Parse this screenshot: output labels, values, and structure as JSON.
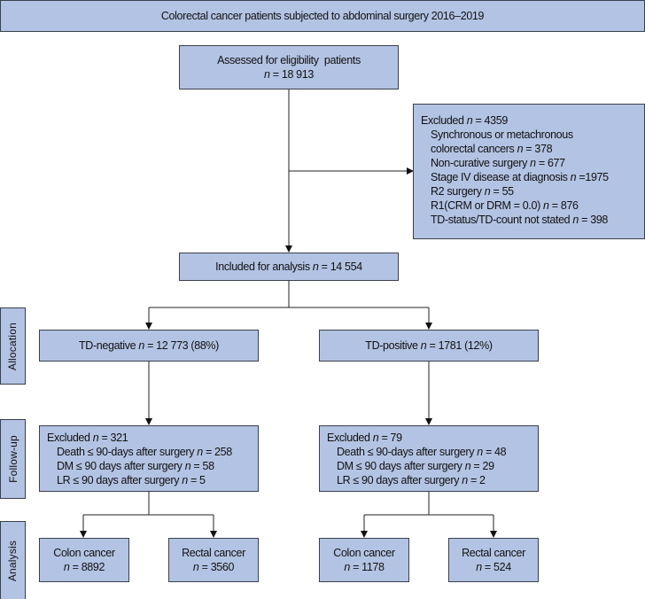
{
  "header": {
    "title": "Colorectal cancer patients subjected to abdominal surgery 2016–2019"
  },
  "assessed": {
    "label": "Assessed for eligibility  patients",
    "n": "n",
    "value": " = 18 913"
  },
  "excluded_initial": {
    "title": "Excluded ",
    "n": "n",
    "value": " = 4359",
    "items": [
      {
        "label": "Synchronous or metachronous",
        "n": "",
        "value": ""
      },
      {
        "label": "colorectal cancers ",
        "n": "n",
        "value": " = 378"
      },
      {
        "label": "Non-curative surgery ",
        "n": "n",
        "value": " = 677"
      },
      {
        "label": "Stage IV disease at diagnosis ",
        "n": "n",
        "value": " =1975"
      },
      {
        "label": "R2 surgery ",
        "n": "n",
        "value": " = 55"
      },
      {
        "label": "R1(CRM or DRM = 0.0) ",
        "n": "n",
        "value": " = 876"
      },
      {
        "label": "TD-status/TD-count not stated ",
        "n": "n",
        "value": " = 398"
      }
    ]
  },
  "included": {
    "label": "Included for analysis ",
    "n": "n",
    "value": " = 14 554"
  },
  "stages": {
    "allocation": "Allocation",
    "followup": "Follow-up",
    "analysis": "Analysis"
  },
  "arms": [
    {
      "label": "TD-negative ",
      "n": "n",
      "value": " = 12 773 (88%)",
      "excluded": {
        "title": "Excluded ",
        "n": "n",
        "value": " = 321",
        "items": [
          {
            "label": "Death ≤ 90-days after surgery ",
            "n": "n",
            "value": " = 258"
          },
          {
            "label": "DM ≤ 90 days after surgery ",
            "n": "n",
            "value": " = 58"
          },
          {
            "label": "LR ≤ 90 days after surgery ",
            "n": "n",
            "value": " = 5"
          }
        ]
      },
      "colon": {
        "label": "Colon cancer",
        "n": "n",
        "value": " = 8892"
      },
      "rectal": {
        "label": "Rectal cancer",
        "n": "n",
        "value": " = 3560"
      }
    },
    {
      "label": "TD-positive ",
      "n": "n",
      "value": " = 1781 (12%)",
      "excluded": {
        "title": "Excluded ",
        "n": "n",
        "value": " = 79",
        "items": [
          {
            "label": "Death ≤ 90-days after surgery ",
            "n": "n",
            "value": " = 48"
          },
          {
            "label": "DM ≤ 90 days after surgery ",
            "n": "n",
            "value": " = 29"
          },
          {
            "label": "LR ≤ 90 days after surgery ",
            "n": "n",
            "value": " = 2"
          }
        ]
      },
      "colon": {
        "label": "Colon cancer",
        "n": "n",
        "value": " = 1178"
      },
      "rectal": {
        "label": "Rectal cancer",
        "n": "n",
        "value": " = 524"
      }
    }
  ],
  "colors": {
    "box_fill": "#b3c3e3",
    "border": "#3a3f4a"
  }
}
